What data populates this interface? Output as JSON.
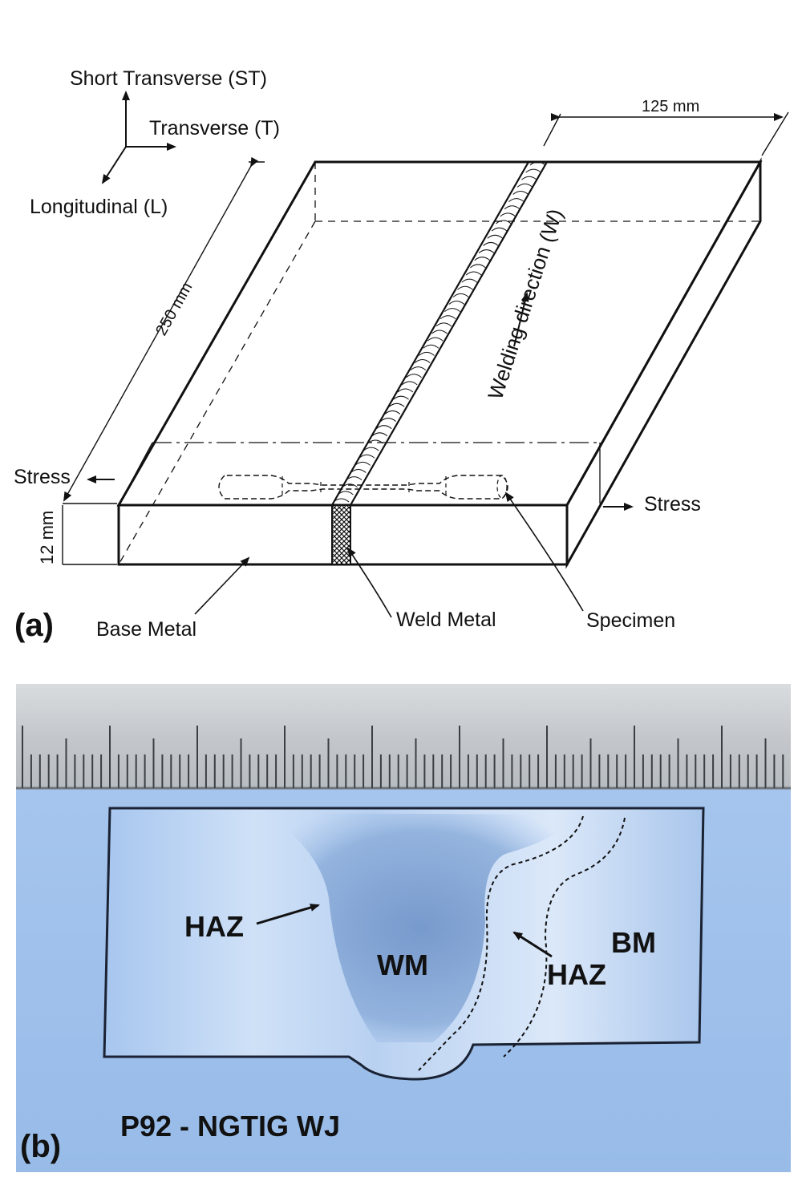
{
  "panel_a": {
    "panel_label": "(a)",
    "axes": {
      "short_transverse": "Short Transverse (ST)",
      "transverse": "Transverse (T)",
      "longitudinal": "Longitudinal (L)"
    },
    "dimensions": {
      "width": "125 mm",
      "length": "250 mm",
      "thickness": "12 mm"
    },
    "welding_direction": "Welding direction (W)",
    "stress_left": "Stress",
    "stress_right": "Stress",
    "callouts": {
      "base_metal": "Base Metal",
      "weld_metal": "Weld Metal",
      "specimen": "Specimen"
    }
  },
  "panel_b": {
    "panel_label": "(b)",
    "zones": {
      "haz_left": "HAZ",
      "wm": "WM",
      "haz_right": "HAZ",
      "bm": "BM"
    },
    "caption": "P92 - NGTIG WJ"
  },
  "colors": {
    "line": "#111111",
    "photo_background": "#9fc0ea",
    "ruler": "#c9cdd1",
    "specimen_surface": "#b9d3f2",
    "weld_metal_zone": "#7d9ecf"
  }
}
